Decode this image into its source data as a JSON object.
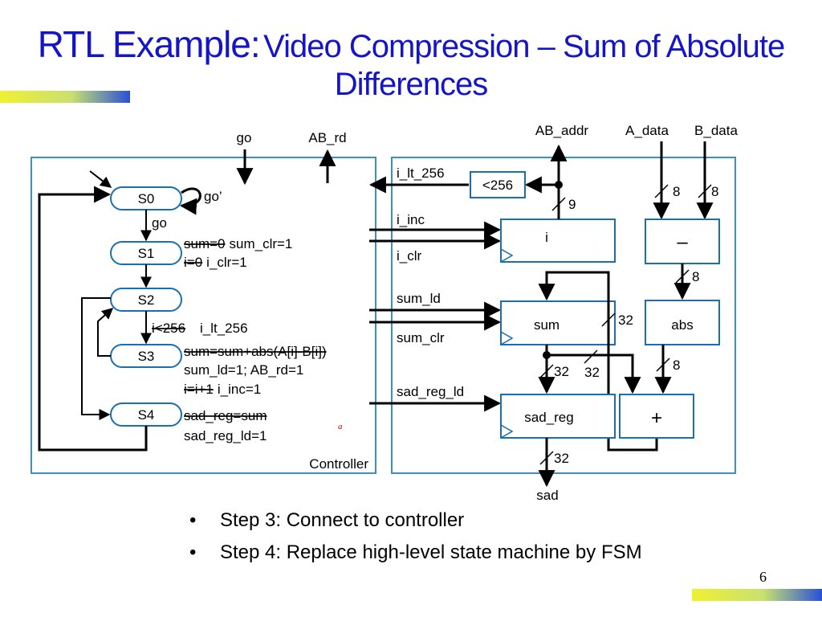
{
  "title": {
    "part1": "RTL Example:",
    "part2": "Video Compression – Sum of Absolute",
    "line2": "Differences"
  },
  "colors": {
    "title": "#1414c8",
    "box_border": "#3a8fcc",
    "state_border": "#1a6fb0",
    "accent_bar_yellow": "#f0f032",
    "accent_bar_blue": "#2a50d8"
  },
  "diagram": {
    "external": {
      "go": "go",
      "ab_rd": "AB_rd",
      "ab_addr": "AB_addr",
      "a_data": "A_data",
      "b_data": "B_data",
      "sad": "sad"
    },
    "controller": {
      "label": "Controller",
      "states": [
        "S0",
        "S1",
        "S2",
        "S3",
        "S4"
      ],
      "transitions": {
        "go_not": "go’",
        "go": "go",
        "i_lt_cond_strike": "i<256",
        "i_lt_cond": "i_lt_256"
      },
      "actions": {
        "s1_line1_strike": "sum=0",
        "s1_line1": "sum_clr=1",
        "s1_line2_strike": "i=0",
        "s1_line2": "i_clr=1",
        "s3_line1_strike": "sum=sum+abs(A[i]-B[i])",
        "s3_line2": "sum_ld=1; AB_rd=1",
        "s3_line3_strike": "i=i+1",
        "s3_line3": "i_inc=1",
        "s4_line1_strike": "sad_reg=sum",
        "s4_line2": "sad_reg_ld=1"
      },
      "mark": "a"
    },
    "signals": {
      "i_lt_256": "i_lt_256",
      "i_inc": "i_inc",
      "i_clr": "i_clr",
      "sum_ld": "sum_ld",
      "sum_clr": "sum_clr",
      "sad_reg_ld": "sad_reg_ld"
    },
    "datapath": {
      "comparator": "<256",
      "reg_i": "i",
      "reg_sum": "sum",
      "reg_sad": "sad_reg",
      "subtract": "–",
      "abs": "abs",
      "adder": "+"
    },
    "widths": {
      "addr": "9",
      "a": "8",
      "b": "8",
      "sub_out": "8",
      "abs_out": "8",
      "sum_out": "32",
      "adder_out": "32",
      "sum_to_sad": "32",
      "sad_out": "32"
    }
  },
  "bullets": [
    "Step 3: Connect to controller",
    "Step 4: Replace high-level state machine by FSM"
  ],
  "page_number": "6"
}
